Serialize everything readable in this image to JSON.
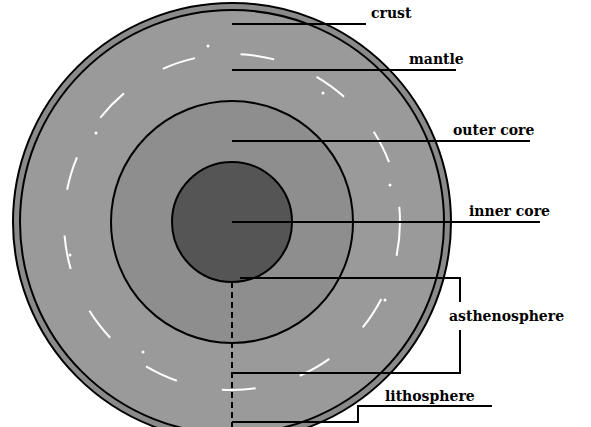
{
  "diagram": {
    "labels": [
      "crust",
      "mantle",
      "outer core",
      "inner core",
      "asthenosphere",
      "lithosphere"
    ]
  }
}
